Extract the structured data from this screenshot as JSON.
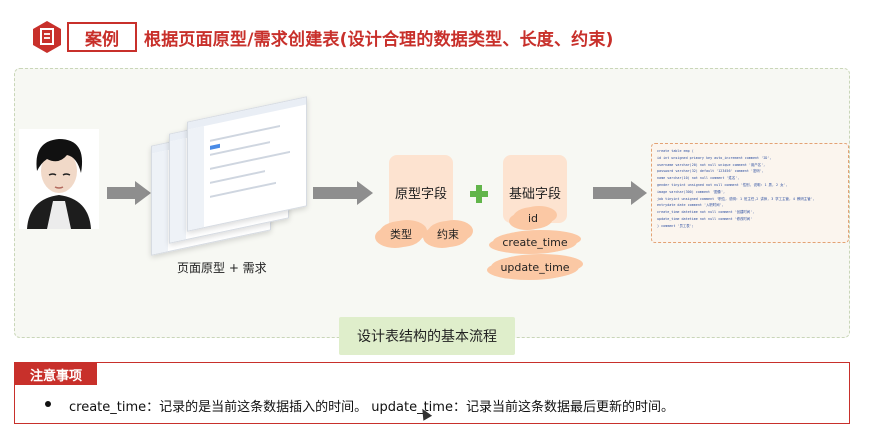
{
  "header": {
    "case_label": "案例",
    "title": "根据页面原型/需求创建表(设计合理的数据类型、长度、约束)"
  },
  "diagram": {
    "prototype_caption": "页面原型 + 需求",
    "prototype_fields_label": "原型字段",
    "prototype_tags": [
      "类型",
      "约束"
    ],
    "base_fields_label": "基础字段",
    "base_tags": [
      "id",
      "create_time",
      "update_time"
    ],
    "flow_label": "设计表结构的基本流程",
    "code_lines": [
      "create table emp (",
      "  id int unsigned primary key auto_increment comment 'ID',",
      "  username varchar(20) not null unique comment '用户名',",
      "  password varchar(32) default '123456' comment '密码',",
      "  name varchar(10) not null comment '姓名',",
      "  gender tinyint unsigned not null comment '性别, 说明: 1 男, 2 女',",
      "  image varchar(300) comment '图像',",
      "  job tinyint unsigned comment '职位, 说明: 1 班主任,2 讲师, 3 学工主管, 4 教研主管',",
      "  entrydate date comment '入职时间',",
      "  create_time datetime not null comment '创建时间',",
      "  update_time datetime not null comment '修改时间'",
      ") comment '员工表';"
    ]
  },
  "notice": {
    "tag": "注意事项",
    "text": "create_time：记录的是当前这条数据插入的时间。 update_time：记录当前这条数据最后更新的时间。"
  },
  "colors": {
    "accent_red": "#c8302b",
    "card_peach": "#fde3d0",
    "cloud_orange": "#fbc8a4",
    "plus_green": "#62b54a",
    "flow_green": "#dfeecb"
  }
}
